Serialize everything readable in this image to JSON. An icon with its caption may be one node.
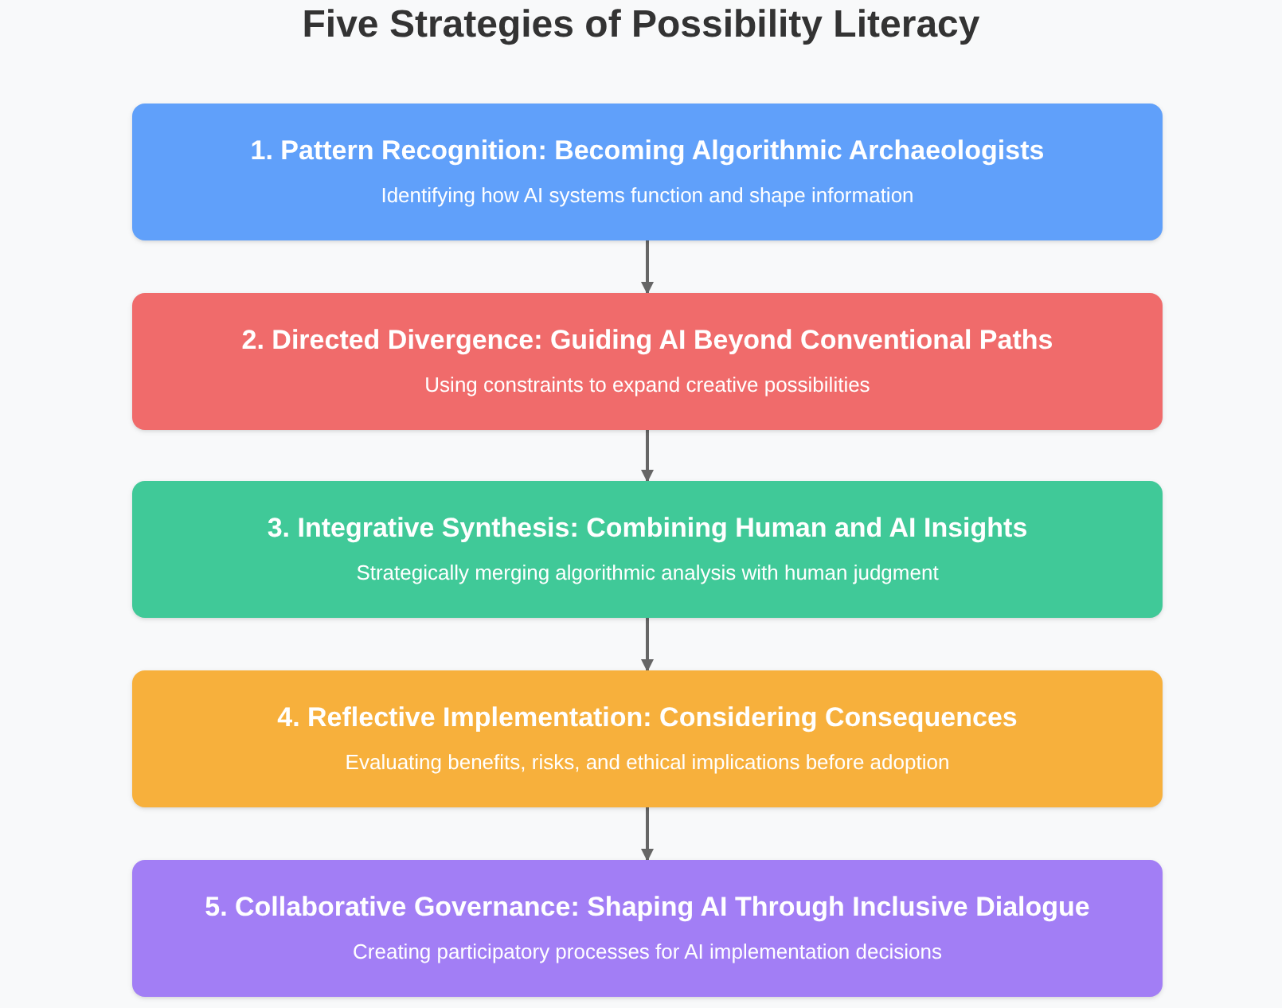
{
  "diagram": {
    "title": "Five Strategies of Possibility Literacy",
    "nodes": [
      {
        "text": [
          "1. Pattern Recognition: Becoming Algorithmic Archaeologists",
          "Identifying how AI systems function and shape information"
        ]
      },
      {
        "text": [
          "2. Directed Divergence: Guiding AI Beyond Conventional Paths",
          "Using constraints to expand creative possibilities"
        ]
      },
      {
        "text": [
          "3. Integrative Synthesis: Combining Human and AI Insights",
          "Strategically merging algorithmic analysis with human judgment"
        ]
      },
      {
        "text": [
          "4. Reflective Implementation: Considering Consequences",
          "Evaluating benefits, risks, and ethical implications before adoption"
        ]
      },
      {
        "text": [
          "5. Collaborative Governance: Shaping AI Through Inclusive Dialogue",
          "Creating participatory processes for AI implementation decisions"
        ]
      }
    ],
    "edges": [
      {
        "from": 0,
        "to": 1,
        "arrow": "to"
      },
      {
        "from": 1,
        "to": 2,
        "arrow": "to"
      },
      {
        "from": 2,
        "to": 3,
        "arrow": "to"
      },
      {
        "from": 3,
        "to": 4,
        "arrow": "to"
      }
    ]
  }
}
